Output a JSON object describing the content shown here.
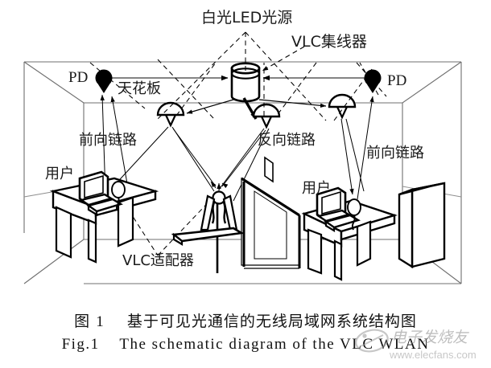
{
  "figure": {
    "type": "schematic-diagram",
    "domain": "VLC WLAN system architecture",
    "labels": {
      "white_led_source": "白光LED光源",
      "vlc_hub": "VLC集线器",
      "pd_left": "PD",
      "pd_right": "PD",
      "ceiling": "天花板",
      "forward_link_left": "前向链路",
      "reverse_link": "反向链路",
      "forward_link_right": "前向链路",
      "user_left": "用户",
      "user_right": "用户",
      "vlc_adapter": "VLC适配器"
    },
    "caption": {
      "cn_prefix": "图",
      "cn_number": "1",
      "cn_text": "基于可见光通信的无线局域网系统结构图",
      "en_prefix": "Fig.1",
      "en_text": "The schematic diagram of the VLC WLAN"
    },
    "watermark": {
      "brand": "电子发烧友",
      "url": "www.elecfans.com"
    },
    "colors": {
      "ink": "#000000",
      "room_line": "#6f6f6f",
      "label": "#1a1a1a",
      "watermark": "#8a8a8a",
      "background": "#ffffff"
    },
    "components": {
      "photodetectors": 2,
      "led_lamps": 3,
      "hub": 1,
      "desks": 2,
      "computers": 2,
      "tripod_adapter": 1,
      "cabinet": 1,
      "partition_wall": 1
    }
  }
}
